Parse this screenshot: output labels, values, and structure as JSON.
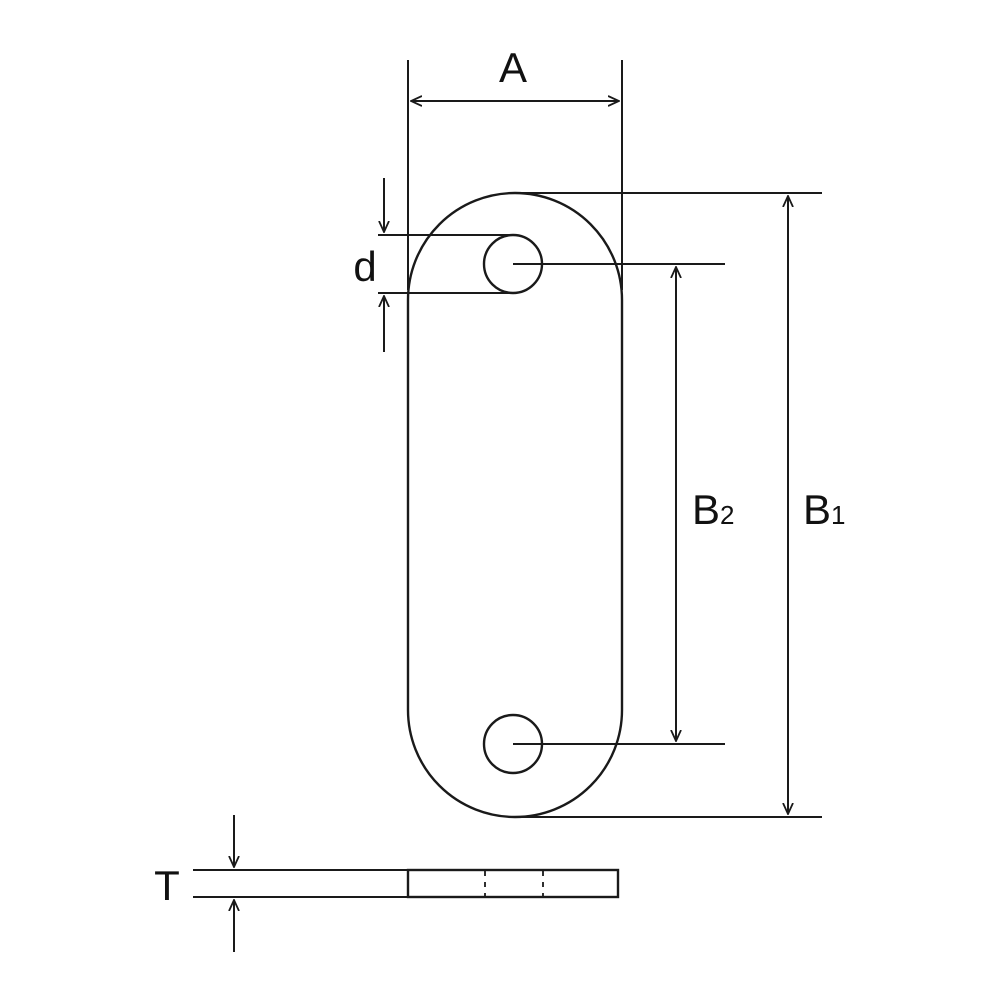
{
  "labels": {
    "width": "A",
    "hole_diameter": "d",
    "hole_pitch_main": "B",
    "hole_pitch_sub": "2",
    "overall_length_main": "B",
    "overall_length_sub": "1",
    "thickness": "T"
  }
}
